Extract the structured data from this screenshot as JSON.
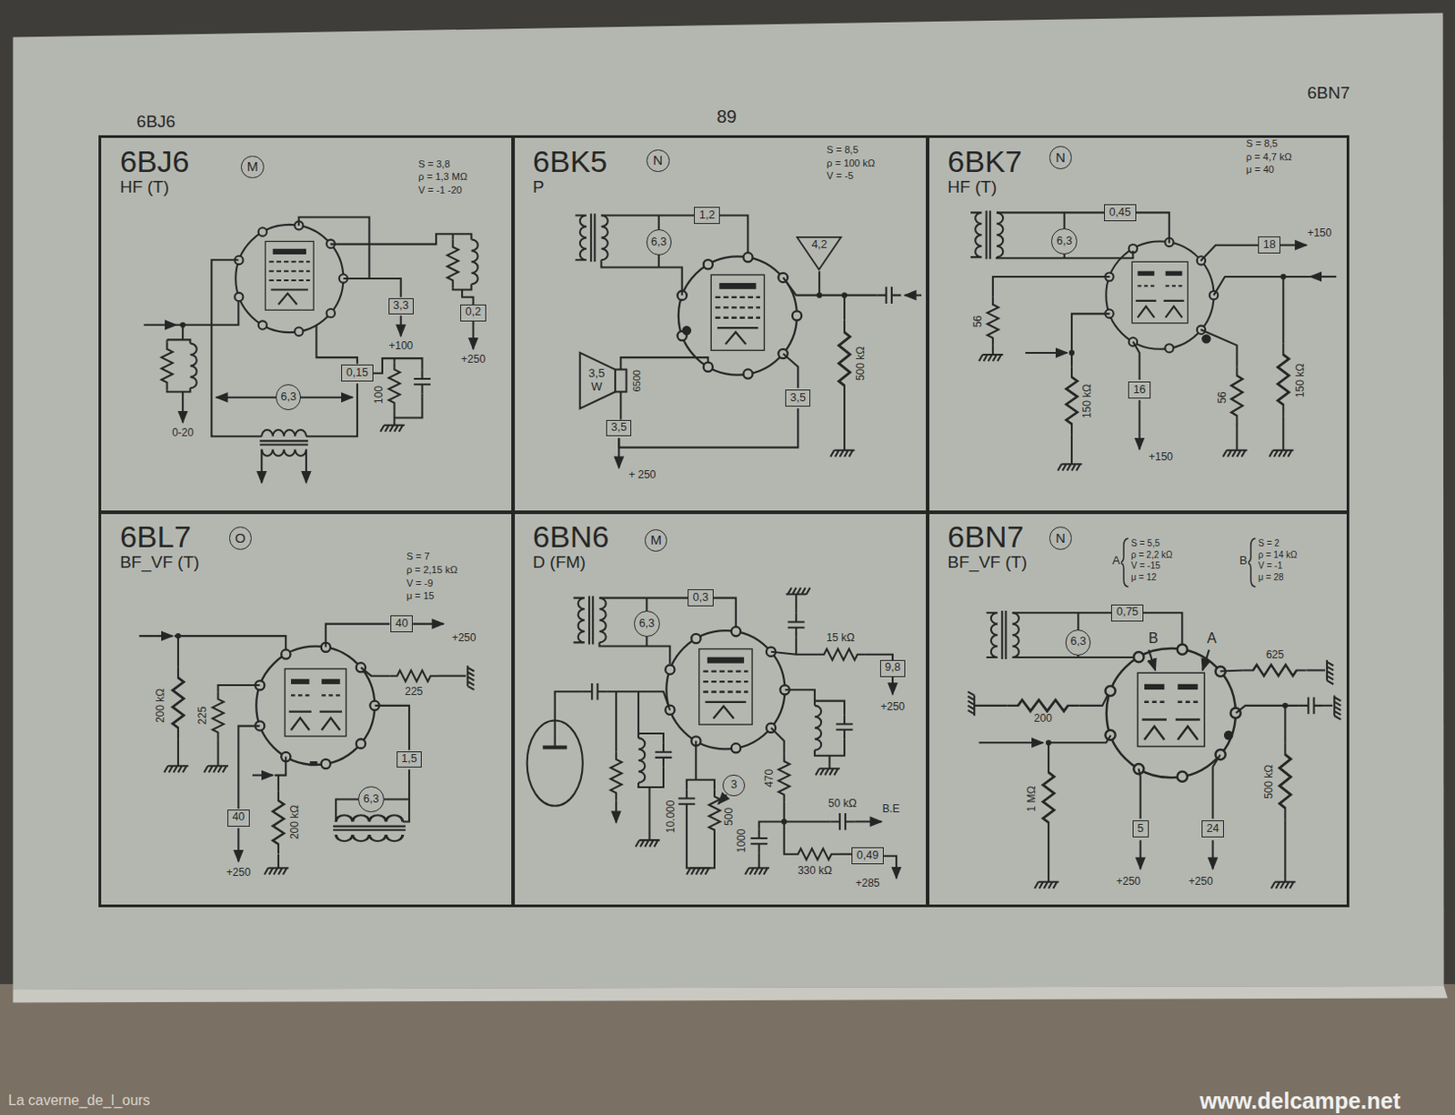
{
  "diagram": {
    "nodes": [
      {
        "text": [
          "6BJ6",
          "HF (T)"
        ]
      },
      {
        "text": [
          "M"
        ],
        "in": 0
      },
      {
        "text": [
          "3,3"
        ],
        "in": 0
      },
      {
        "text": [
          "0,2"
        ],
        "in": 0
      },
      {
        "text": [
          "0,15"
        ],
        "in": 0
      },
      {
        "text": [
          "6,3"
        ],
        "in": 0
      },
      {
        "text": [
          "6BK5",
          "P"
        ]
      },
      {
        "text": [
          "N"
        ],
        "in": 6
      },
      {
        "text": [
          "1,2"
        ],
        "in": 6
      },
      {
        "text": [
          "6,3"
        ],
        "in": 6
      },
      {
        "text": [
          "4,2"
        ],
        "in": 6
      },
      {
        "text": [
          "3,5"
        ],
        "in": 6
      },
      {
        "text": [
          "3,5"
        ],
        "in": 6
      },
      {
        "text": [
          "6BK7",
          "HF (T)"
        ]
      },
      {
        "text": [
          "N"
        ],
        "in": 13
      },
      {
        "text": [
          "0,45"
        ],
        "in": 13
      },
      {
        "text": [
          "6,3"
        ],
        "in": 13
      },
      {
        "text": [
          "18"
        ],
        "in": 13
      },
      {
        "text": [
          "16"
        ],
        "in": 13
      },
      {
        "text": [
          "6BL7",
          "BF_VF (T)"
        ]
      },
      {
        "text": [
          "O"
        ],
        "in": 19
      },
      {
        "text": [
          "40"
        ],
        "in": 19
      },
      {
        "text": [
          "1,5"
        ],
        "in": 19
      },
      {
        "text": [
          "6,3"
        ],
        "in": 19
      },
      {
        "text": [
          "40"
        ],
        "in": 19
      },
      {
        "text": [
          "6BN6",
          "D (FM)"
        ]
      },
      {
        "text": [
          "M"
        ],
        "in": 25
      },
      {
        "text": [
          "0,3"
        ],
        "in": 25
      },
      {
        "text": [
          "6,3"
        ],
        "in": 25
      },
      {
        "text": [
          "9,8"
        ],
        "in": 25
      },
      {
        "text": [
          "3"
        ],
        "in": 25
      },
      {
        "text": [
          "0,49"
        ],
        "in": 25
      },
      {
        "text": [
          "6BN7",
          "BF_VF (T)"
        ]
      },
      {
        "text": [
          "N"
        ],
        "in": 32
      },
      {
        "text": [
          "0,75"
        ],
        "in": 32
      },
      {
        "text": [
          "6,3"
        ],
        "in": 32
      },
      {
        "text": [
          "5"
        ],
        "in": 32
      },
      {
        "text": [
          "24"
        ],
        "in": 32
      }
    ],
    "labels": [
      "6BJ6",
      "89",
      "6BN7",
      "S = 3,8",
      "ρ = 1,3 MΩ",
      "V = -1 -20",
      "+100",
      "+250",
      "100",
      "0-20",
      "S = 8,5",
      "ρ = 100 kΩ",
      "V = -5",
      "3,5 W",
      "6500",
      "+ 250",
      "500 kΩ",
      "S = 8,5",
      "ρ = 4,7 kΩ",
      "μ = 40",
      "+150",
      "56",
      "150 kΩ",
      "+150",
      "56",
      "150 kΩ",
      "S = 7",
      "ρ = 2,15 kΩ",
      "V = -9",
      "μ = 15",
      "+250",
      "225",
      "200 kΩ",
      "225",
      "200 kΩ",
      "+250",
      "15 kΩ",
      "+250",
      "470",
      "10.000",
      "500",
      "1000",
      "50 kΩ",
      "B.E",
      "330 kΩ",
      "+285",
      "A",
      "S = 5,5",
      "ρ = 2,2 kΩ",
      "V = -15",
      "μ = 12",
      "B",
      "S = 2",
      "ρ = 14 kΩ",
      "V = -1",
      "μ = 28",
      "B",
      "A",
      "625",
      "200",
      "1 MΩ",
      "500 kΩ",
      "+250",
      "+250",
      "La caverne_de_l_ours",
      "www.delcampe.net"
    ]
  }
}
